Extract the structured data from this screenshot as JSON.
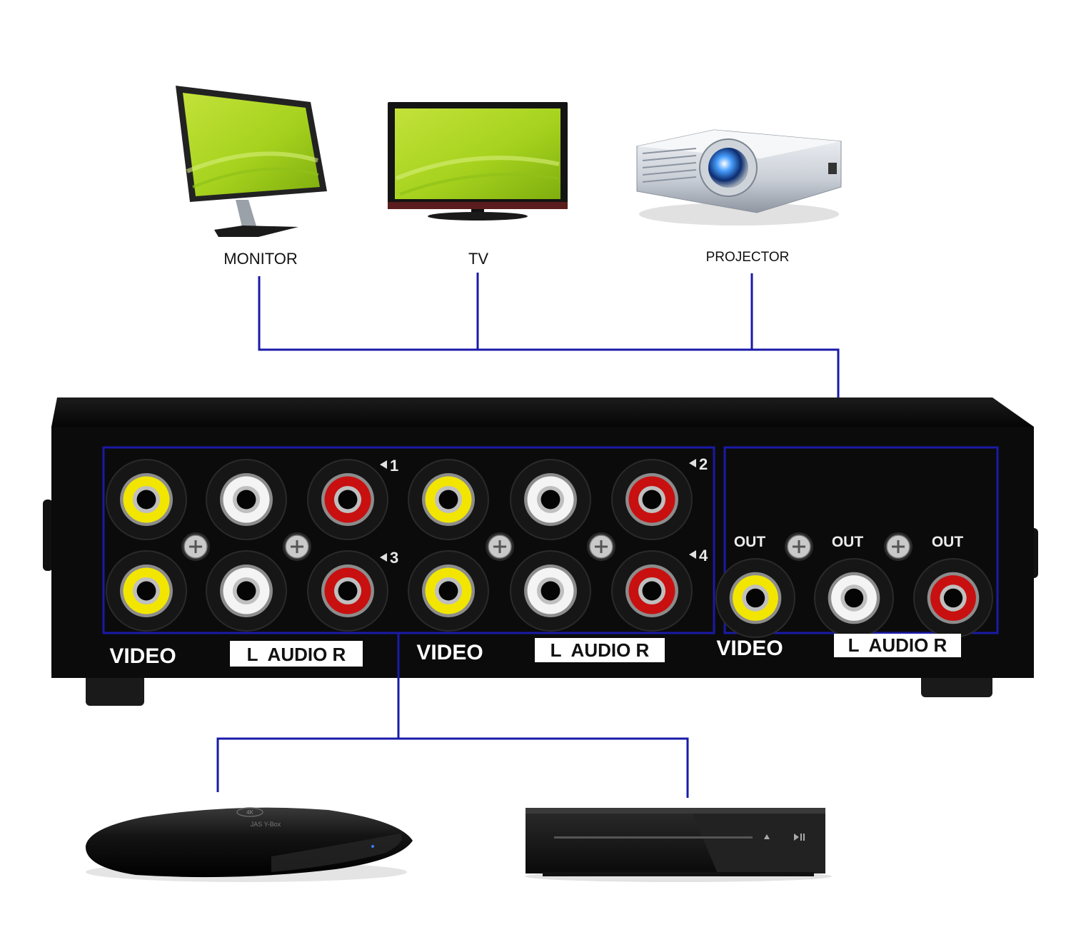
{
  "displays": [
    {
      "label": "MONITOR",
      "icon": "monitor-icon"
    },
    {
      "label": "TV",
      "icon": "tv-icon"
    },
    {
      "label": "PROJECTOR",
      "icon": "projector-icon"
    }
  ],
  "switch_box": {
    "input_numbers": [
      "1",
      "2",
      "3",
      "4"
    ],
    "out_labels": [
      "OUT",
      "OUT",
      "OUT"
    ],
    "bottom_labels": [
      {
        "video": "VIDEO",
        "audio": "L  AUDIO R"
      },
      {
        "video": "VIDEO",
        "audio": "L  AUDIO R"
      },
      {
        "video": "VIDEO",
        "audio": "L  AUDIO R"
      }
    ]
  },
  "sources": [
    {
      "icon": "streaming-box-icon",
      "brand_text": "JAS Y-Box",
      "badge_text": "4K"
    },
    {
      "icon": "dvd-player-icon"
    }
  ],
  "colors": {
    "wire": "#1a1aa8",
    "jack_yellow": "#f2e600",
    "jack_white": "#f4f4f4",
    "jack_red": "#c81010",
    "screen_green": "#a6d21e",
    "chassis": "#0b0b0b"
  }
}
